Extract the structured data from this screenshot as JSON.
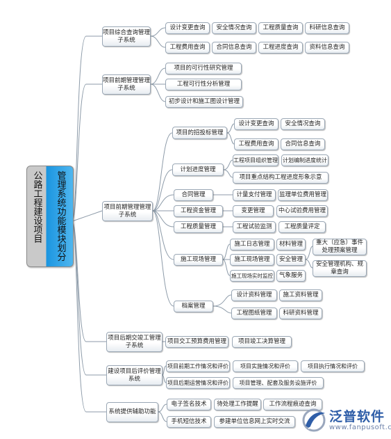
{
  "root": {
    "line1": "管理系统功能模块划分",
    "line2": "公路工程建设项目"
  },
  "modules": [
    {
      "label": "项目综合查询管理子系统",
      "items": [
        "设计变更查询",
        "安全情况查询",
        "工程质量查询",
        "科研信息查询",
        "工程费用查询",
        "合同信息查询",
        "工程进度查询",
        "资料信息查询"
      ]
    },
    {
      "label": "项目前期管理管理子系统",
      "items": [
        "项目的可行性研究管理",
        "工程可行性分析管理",
        "初步设计和施工图设计管理"
      ]
    },
    {
      "label": "项目前期管理管理子系统",
      "subs": [
        {
          "label": "项目的招投标管理",
          "items": [
            "设计变更查询",
            "安全情况查询",
            "工程费用查询",
            "合同信息查询"
          ]
        },
        {
          "label": "计划进度管理",
          "items": [
            "工程项目组织管理",
            "计划编制进度统计",
            "项目重点结构工程进度形象示意"
          ]
        },
        {
          "label": "合同管理",
          "items": [
            "计量支付管理",
            "监理单位费用管理"
          ]
        },
        {
          "label": "工程资金管理",
          "items": [
            "变更管理",
            "中心试验费用管理"
          ]
        },
        {
          "label": "工程质量管理",
          "items": [
            "工程试验监测",
            "工程质量评定"
          ]
        },
        {
          "label": "施工现场管理",
          "items": [
            "施工日志管理",
            "材料管理",
            "施工现场管理",
            "安全管理",
            "施工现场实时监控",
            "气象服务"
          ],
          "deep": [
            "重大（应急）事件处理预案管理",
            "安全管理机构、规章查询"
          ]
        },
        {
          "label": "档案管理",
          "items": [
            "设计资料管理",
            "施工资料管理",
            "工程图纸管理",
            "科研资料管理"
          ]
        }
      ]
    },
    {
      "label": "项目后期交竣工管理子系统",
      "items": [
        "项目交工预算费用管理",
        "项目竣工决算管理"
      ]
    },
    {
      "label": "建设项目后评价管理系统",
      "items": [
        "项目前期工作情况和评价",
        "项目实施情况和评价",
        "项目执行情况和评价",
        "项目后期运营情况和评价",
        "项目管理、配套及服务设施评价"
      ]
    },
    {
      "label": "系统提供辅助功能",
      "items": [
        "电子签名技术",
        "待处理工作提醒",
        "工作流程痕迹查询",
        "手机短信技术",
        "参建单位信息网上实时交流"
      ]
    }
  ],
  "logo": {
    "name": "泛普软件",
    "url": "www.fanpusoft.com"
  }
}
